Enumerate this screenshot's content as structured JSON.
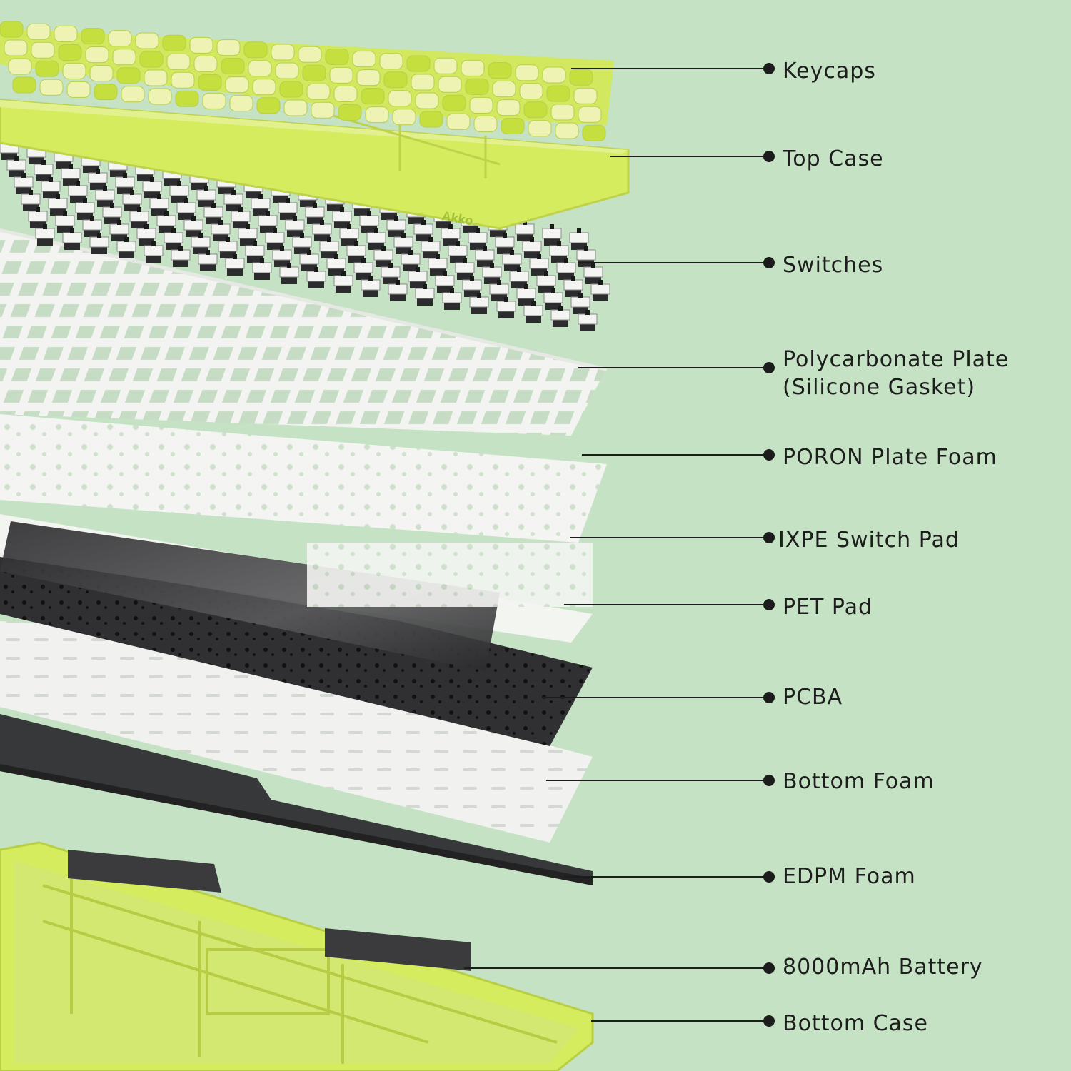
{
  "brand": "Akko",
  "colors": {
    "background": "#c5e3c4",
    "case": "#d6ec5f",
    "keycap": "#ecf2a8",
    "plate": "#f0f2ee",
    "pcb": "#2f2f31",
    "text": "#1d1d1d"
  },
  "layers": [
    {
      "id": "keycaps",
      "label": "Keycaps"
    },
    {
      "id": "top-case",
      "label": "Top Case"
    },
    {
      "id": "switches",
      "label": "Switches"
    },
    {
      "id": "pc-plate",
      "label": "Polycarbonate Plate\n(Silicone Gasket)"
    },
    {
      "id": "poron-foam",
      "label": "PORON Plate Foam"
    },
    {
      "id": "ixpe-pad",
      "label": "IXPE Switch Pad"
    },
    {
      "id": "pet-pad",
      "label": "PET Pad"
    },
    {
      "id": "pcba",
      "label": "PCBA"
    },
    {
      "id": "bottom-foam",
      "label": "Bottom Foam"
    },
    {
      "id": "edpm-foam",
      "label": "EDPM Foam"
    },
    {
      "id": "battery",
      "label": "8000mAh Battery"
    },
    {
      "id": "bottom-case",
      "label": "Bottom Case"
    }
  ]
}
